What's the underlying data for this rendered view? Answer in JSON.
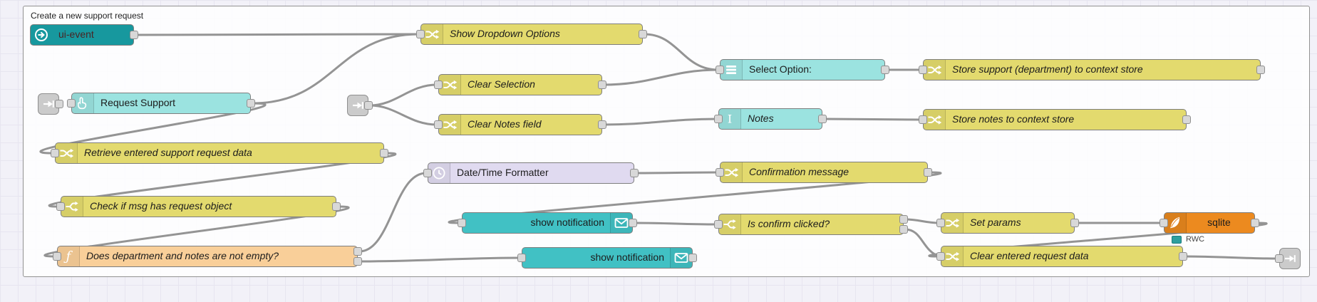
{
  "canvas": {
    "group": {
      "label": "Create a new support request"
    }
  },
  "colors": {
    "change_yellow": "#e3da6e",
    "widget_cyan": "#9be3e0",
    "notify_teal": "#41c1c4",
    "event_teal": "#17989e",
    "function_peach": "#f9cf99",
    "datetime_lavender": "#e0daf0",
    "sqlite_orange": "#ec8a1f",
    "link_gray": "#cbcbcb",
    "wire_gray": "#949494",
    "status_teal": "#2e9f9f"
  },
  "nodes": {
    "ui_event": {
      "label": "ui-event"
    },
    "show_dropdown": {
      "label": "Show Dropdown Options"
    },
    "request_support": {
      "label": "Request Support"
    },
    "clear_selection": {
      "label": "Clear Selection"
    },
    "clear_notes": {
      "label": "Clear Notes field"
    },
    "select_option": {
      "label": "Select Option:"
    },
    "notes": {
      "label": "Notes"
    },
    "store_support": {
      "label": "Store support (department) to context store"
    },
    "store_notes": {
      "label": "Store notes to context store"
    },
    "retrieve": {
      "label": "Retrieve entered support request data"
    },
    "datetime": {
      "label": "Date/Time Formatter"
    },
    "confirmation": {
      "label": "Confirmation message"
    },
    "check_request": {
      "label": "Check if msg has request object"
    },
    "notify1": {
      "label": "show notification"
    },
    "notify2": {
      "label": "show notification"
    },
    "is_confirm": {
      "label": "Is confirm clicked?"
    },
    "set_params": {
      "label": "Set params"
    },
    "sqlite": {
      "label": "sqlite",
      "status": "RWC"
    },
    "does_not_empty": {
      "label": "Does department and notes are not empty?"
    },
    "clear_entered": {
      "label": "Clear entered request data"
    }
  }
}
